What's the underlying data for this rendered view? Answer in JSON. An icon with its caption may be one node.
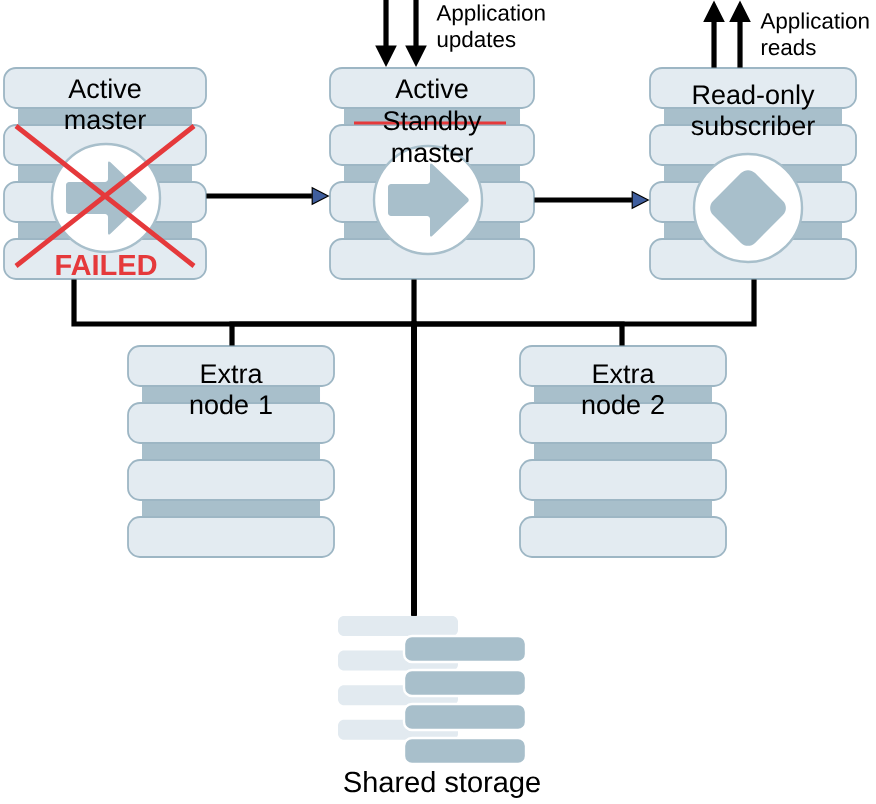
{
  "diagram": {
    "nodes": [
      {
        "text": [
          "Active master",
          "FAILED"
        ]
      },
      {
        "text": [
          "Active",
          "Standby",
          "master"
        ]
      },
      {
        "text": [
          "Read-only subscriber"
        ]
      },
      {
        "text": [
          "Extra node 1"
        ]
      },
      {
        "text": [
          "Extra node 2"
        ]
      },
      {
        "text": [
          "Shared storage"
        ]
      }
    ],
    "edges": [
      {
        "from": 0,
        "to": 1,
        "arrow": "to"
      },
      {
        "from": 1,
        "to": 2,
        "arrow": "to"
      },
      {
        "from": null,
        "to": 1,
        "arrow": "to"
      },
      {
        "from": null,
        "to": 1,
        "arrow": "to",
        "label": "Application updates"
      },
      {
        "from": 2,
        "to": null,
        "arrow": "to"
      },
      {
        "from": 2,
        "to": null,
        "arrow": "to",
        "label": "Application reads"
      },
      {
        "from": 0,
        "to": 5,
        "arrow": "none"
      },
      {
        "from": 1,
        "to": 5,
        "arrow": "none"
      },
      {
        "from": 2,
        "to": 5,
        "arrow": "none"
      },
      {
        "from": 3,
        "to": 5,
        "arrow": "none"
      },
      {
        "from": 4,
        "to": 5,
        "arrow": "none"
      }
    ]
  }
}
